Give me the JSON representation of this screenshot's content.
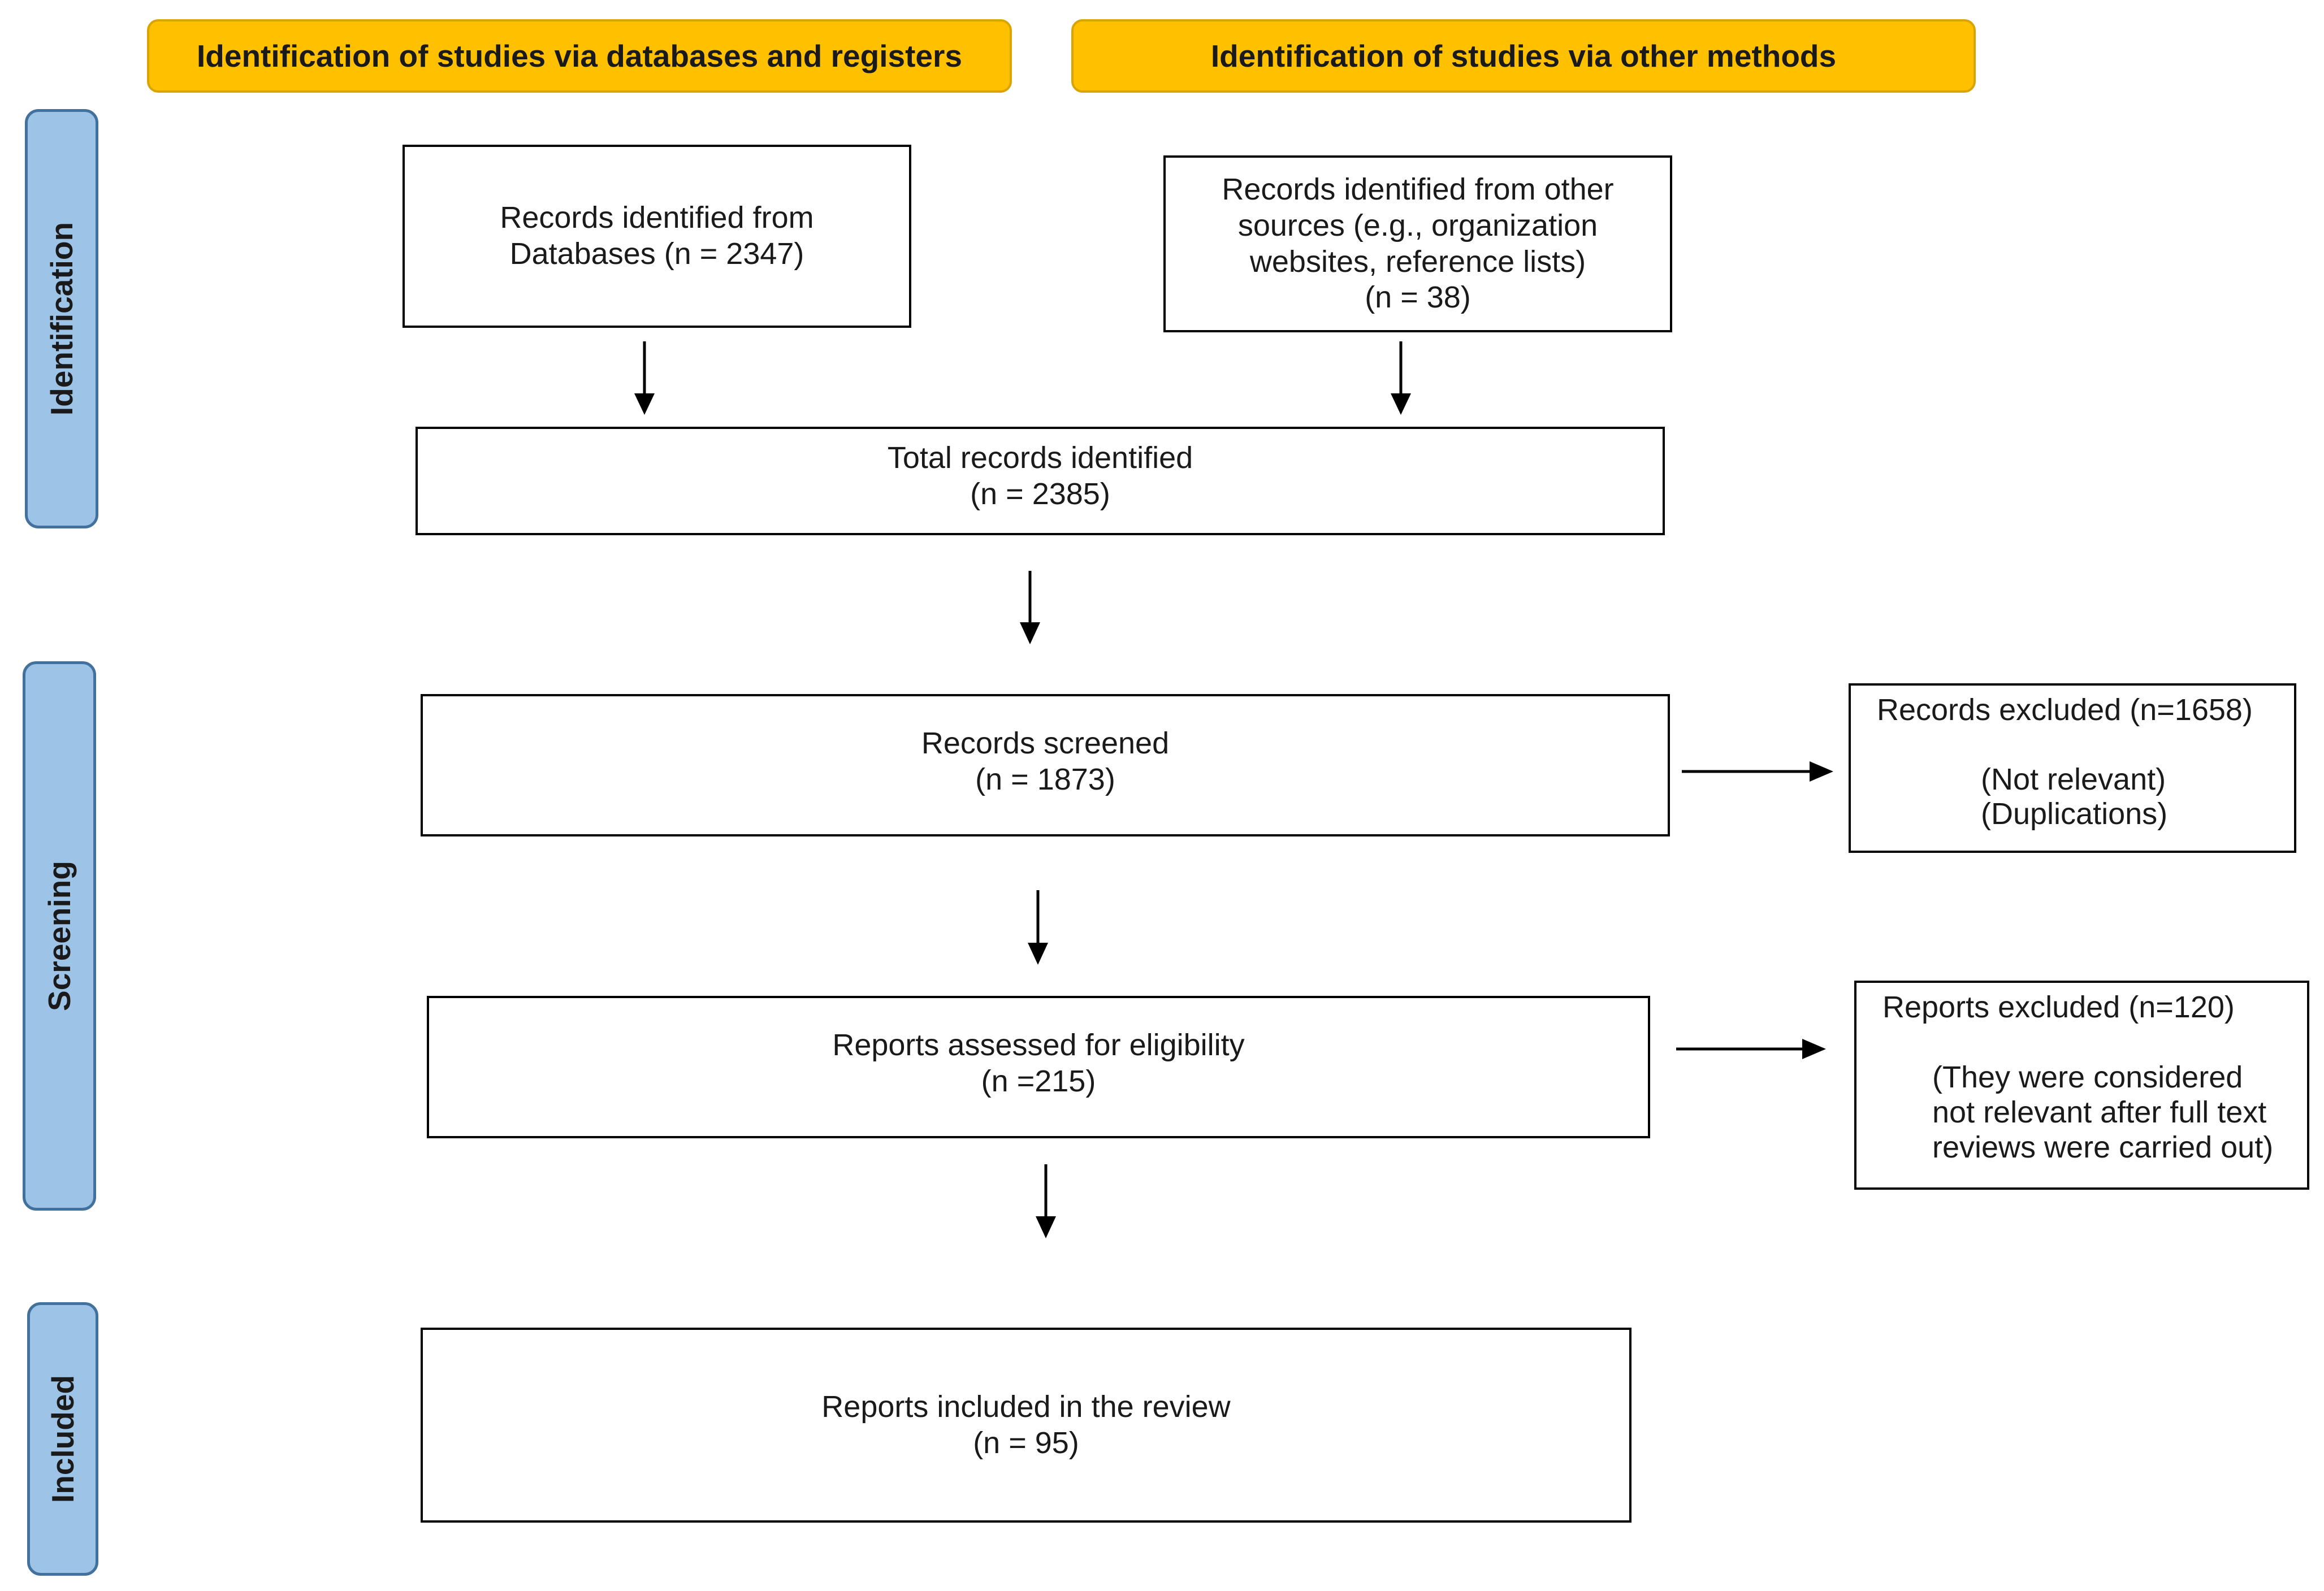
{
  "headers": {
    "databases": "Identification of studies via databases and registers",
    "other": "Identification of studies via other methods"
  },
  "phases": {
    "identification": "Identification",
    "screening": "Screening",
    "included": "Included"
  },
  "boxes": {
    "databases": {
      "line1": "Records identified from",
      "line2": "Databases (n = 2347)"
    },
    "other_sources": {
      "line1": "Records identified from other",
      "line2": "sources (e.g., organization",
      "line3": "websites, reference lists)",
      "line4": "(n = 38)"
    },
    "total": {
      "line1": "Total records identified",
      "line2": "(n = 2385)"
    },
    "screened": {
      "line1": "Records screened",
      "line2": "(n = 1873)"
    },
    "assessed": {
      "line1": "Reports assessed for eligibility",
      "line2": "(n =215)"
    },
    "included": {
      "line1": "Reports included in the review",
      "line2": "(n = 95)"
    },
    "records_excluded": {
      "line1": "Records excluded (n=1658)",
      "line2": "(Not relevant)",
      "line3": "(Duplications)"
    },
    "reports_excluded": {
      "line1": "Reports excluded (n=120)",
      "line2": "(They were considered",
      "line3": "not relevant after full text",
      "line4": "reviews were carried out)"
    }
  },
  "colors": {
    "header_fill": "#ffc000",
    "phase_fill": "#9dc3e6",
    "phase_border": "#41719c"
  }
}
